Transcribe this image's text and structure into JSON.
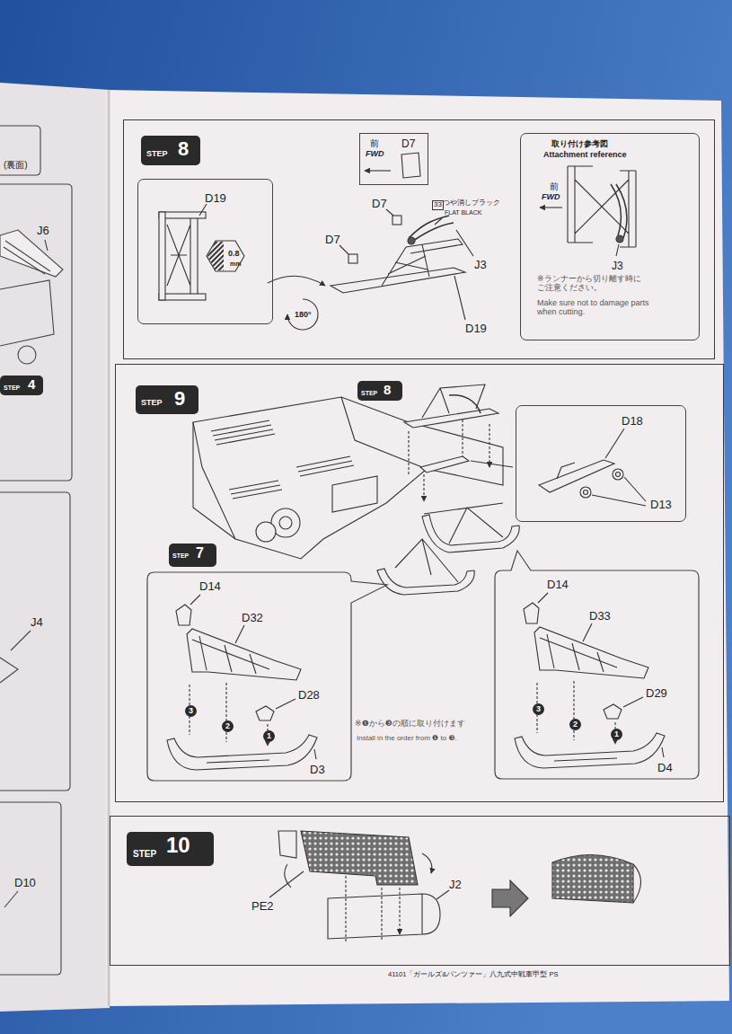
{
  "diagram": {
    "nodes": [
      {
        "text": [
          "180°",
          "D7",
          "D7",
          "33",
          "つや消しブラック",
          "FLAT BLACK",
          "J3",
          "D19"
        ]
      },
      {
        "text": [
          "STEP",
          "8"
        ],
        "in": 0
      },
      {
        "text": [
          "D19",
          "0.8",
          "mm"
        ],
        "in": 0
      },
      {
        "text": [
          "前",
          "FWD",
          "D7"
        ],
        "in": 0
      },
      {
        "text": [
          "取り付け参考図",
          "Attachment reference",
          "前",
          "FWD",
          "J3",
          "※ランナーから切り離す時に ご注意ください。",
          "Make sure not to damage parts when cutting."
        ],
        "in": 0
      },
      {
        "text": [
          "※❶から❸の順に取り付けます",
          "Install in the order from ❶ to ❸."
        ]
      },
      {
        "text": [
          "STEP",
          "9"
        ],
        "in": 5
      },
      {
        "text": [
          "STEP",
          "8"
        ],
        "in": 5
      },
      {
        "text": [
          "D18",
          "D13"
        ],
        "in": 5
      },
      {
        "text": [
          "STEP",
          "7"
        ],
        "in": 5
      },
      {
        "text": [
          "D14",
          "D32",
          "D28",
          "3",
          "2",
          "1",
          "D3"
        ],
        "in": 5
      },
      {
        "text": [
          "D14",
          "D33",
          "D29",
          "3",
          "2",
          "1",
          "D4"
        ],
        "in": 5
      },
      {
        "text": [
          "PE2",
          "J2"
        ]
      },
      {
        "text": [
          "STEP",
          "10"
        ],
        "in": 12
      },
      {
        "text": [
          "STEP",
          "4"
        ]
      }
    ],
    "labels": [
      "(裏面)",
      "J6",
      "J4",
      "D10",
      "41101「ガールズ&パンツァー」八九式中戦車甲型 PS"
    ]
  }
}
